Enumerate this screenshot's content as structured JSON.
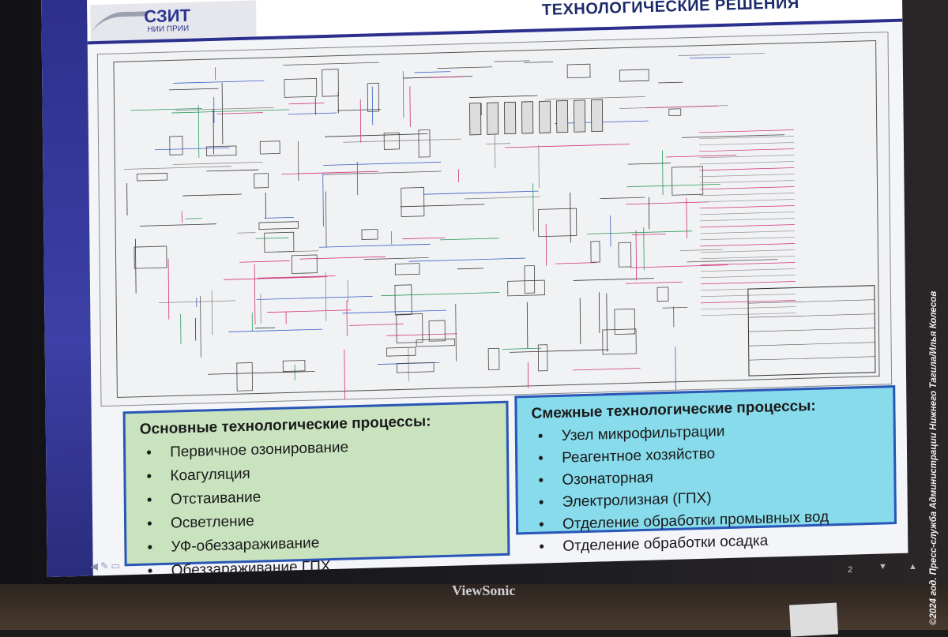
{
  "slide": {
    "title": "ТЕХНОЛОГИЧЕСКИЕ РЕШЕНИЯ",
    "logo": {
      "main": "СЗИТ",
      "sub": "НИИ ПРИИ"
    },
    "main_processes": {
      "heading": "Основные технологические процессы:",
      "items": [
        "Первичное озонирование",
        "Коагуляция",
        "Отстаивание",
        "Осветление",
        "УФ-обеззараживание",
        "Обеззараживание ГПХ"
      ]
    },
    "related_processes": {
      "heading": "Смежные технологические процессы:",
      "items": [
        "Узел микрофильтрации",
        "Реагентное хозяйство",
        "Озонаторная",
        "Электролизная (ГПХ)",
        "Отделение обработки промывных вод",
        "Отделение обработки осадка"
      ]
    },
    "page_number": "2"
  },
  "monitor": {
    "brand": "ViewSonic"
  },
  "credit": "©2024 год. Пресс-служба Администрации Нижнего Тагила/Илья Колесов",
  "colors": {
    "green_box": "#c9e3bf",
    "cyan_box": "#87dbeb",
    "accent": "#2b2f8e"
  }
}
